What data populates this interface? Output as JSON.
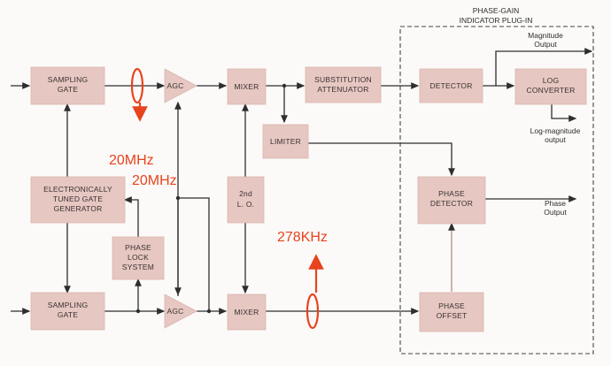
{
  "plugin": {
    "title_line1": "PHASE-GAIN",
    "title_line2": "INDICATOR PLUG-IN"
  },
  "blocks": {
    "sampling_gate_top": [
      "SAMPLING",
      "GATE"
    ],
    "agc_top": "AGC",
    "mixer_top": "MIXER",
    "substitution_attenuator": [
      "SUBSTITUTION",
      "ATTENUATOR"
    ],
    "detector": "DETECTOR",
    "log_converter": [
      "LOG",
      "CONVERTER"
    ],
    "limiter": "LIMITER",
    "generator": [
      "ELECTRONICALLY",
      "TUNED GATE",
      "GENERATOR"
    ],
    "second_lo": [
      "2nd",
      "L. O."
    ],
    "phase_detector": [
      "PHASE",
      "DETECTOR"
    ],
    "phase_lock": [
      "PHASE",
      "LOCK",
      "SYSTEM"
    ],
    "sampling_gate_bottom": [
      "SAMPLING",
      "GATE"
    ],
    "agc_bottom": "AGC",
    "mixer_bottom": "MIXER",
    "phase_offset": [
      "PHASE",
      "OFFSET"
    ]
  },
  "outputs": {
    "magnitude": [
      "Magnitude",
      "Output"
    ],
    "log_magnitude": [
      "Log-magnitude",
      "output"
    ],
    "phase": [
      "Phase",
      "Output"
    ]
  },
  "annotations": {
    "freq_1": "20MHz",
    "freq_2": "20MHz",
    "freq_3": "278KHz",
    "color": "#e8431d"
  },
  "colors": {
    "block_fill": "#e6c7c1",
    "wire": "#2e2e2e"
  }
}
